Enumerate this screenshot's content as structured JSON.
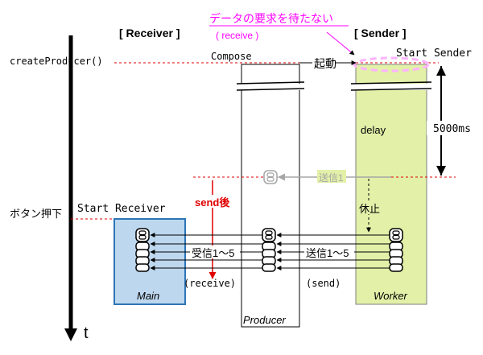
{
  "headers": {
    "receiver": "[ Receiver ]",
    "sender": "[ Sender ]"
  },
  "annotation": {
    "main": "データの要求を待たない",
    "sub": "( receive )"
  },
  "labels": {
    "create_producer": "createProducer()",
    "compose": "Compose",
    "start_sender": "Start Sender",
    "kidou": "起動",
    "delay": "delay",
    "duration": "5000ms",
    "button_press": "ボタン押下",
    "start_receiver": "Start Receiver",
    "send_after": "send後",
    "send1": "送信1",
    "rest": "休止",
    "recv_range": "受信1～5",
    "send_range": "送信1～5",
    "receive_call": "(receive)",
    "send_call": "(send)",
    "main_box": "Main",
    "producer_box": "Producer",
    "worker_box": "Worker",
    "time_axis": "t"
  },
  "colors": {
    "main_fill": "#bdd7ee",
    "main_stroke": "#2e75b6",
    "worker_fill": "#e2f0a8",
    "annotation": "#ff00ff",
    "dashed_red": "#e00000",
    "arrow_red": "#e00000",
    "gray": "#a6a6a6"
  }
}
